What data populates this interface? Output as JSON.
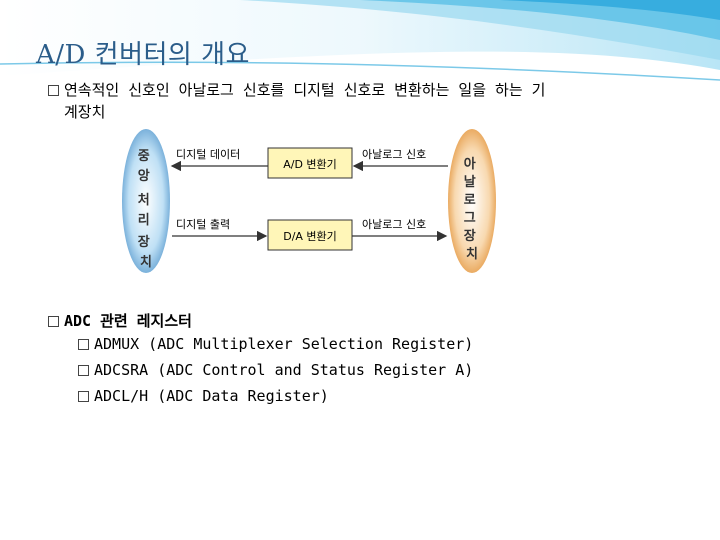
{
  "slide": {
    "title": "A/D 컨버터의 개요",
    "bullet1_line1": "연속적인 신호인 아날로그 신호를 디지털 신호로 변환하는 일을 하는 기",
    "bullet1_line2": "계장치",
    "section2": "ADC 관련 레지스터",
    "registers": [
      "ADMUX (ADC Multiplexer Selection Register)",
      "ADCSRA (ADC Control and Status Register A)",
      "ADCL/H (ADC Data Register)"
    ]
  },
  "diagram": {
    "cpu_label": "중앙처리장치",
    "analog_device_label": "아날로그장치",
    "ad_converter": "A/D 변환기",
    "da_converter": "D/A 변환기",
    "digital_data": "디지털 데이터",
    "digital_output": "디지털 출력",
    "analog_signal_top": "아날로그 신호",
    "analog_signal_bottom": "아날로그 신호",
    "colors": {
      "left_oval": "#4a90c8",
      "right_oval": "#e08a2a",
      "box": "#fff6b8",
      "arrow": "#333333"
    }
  }
}
